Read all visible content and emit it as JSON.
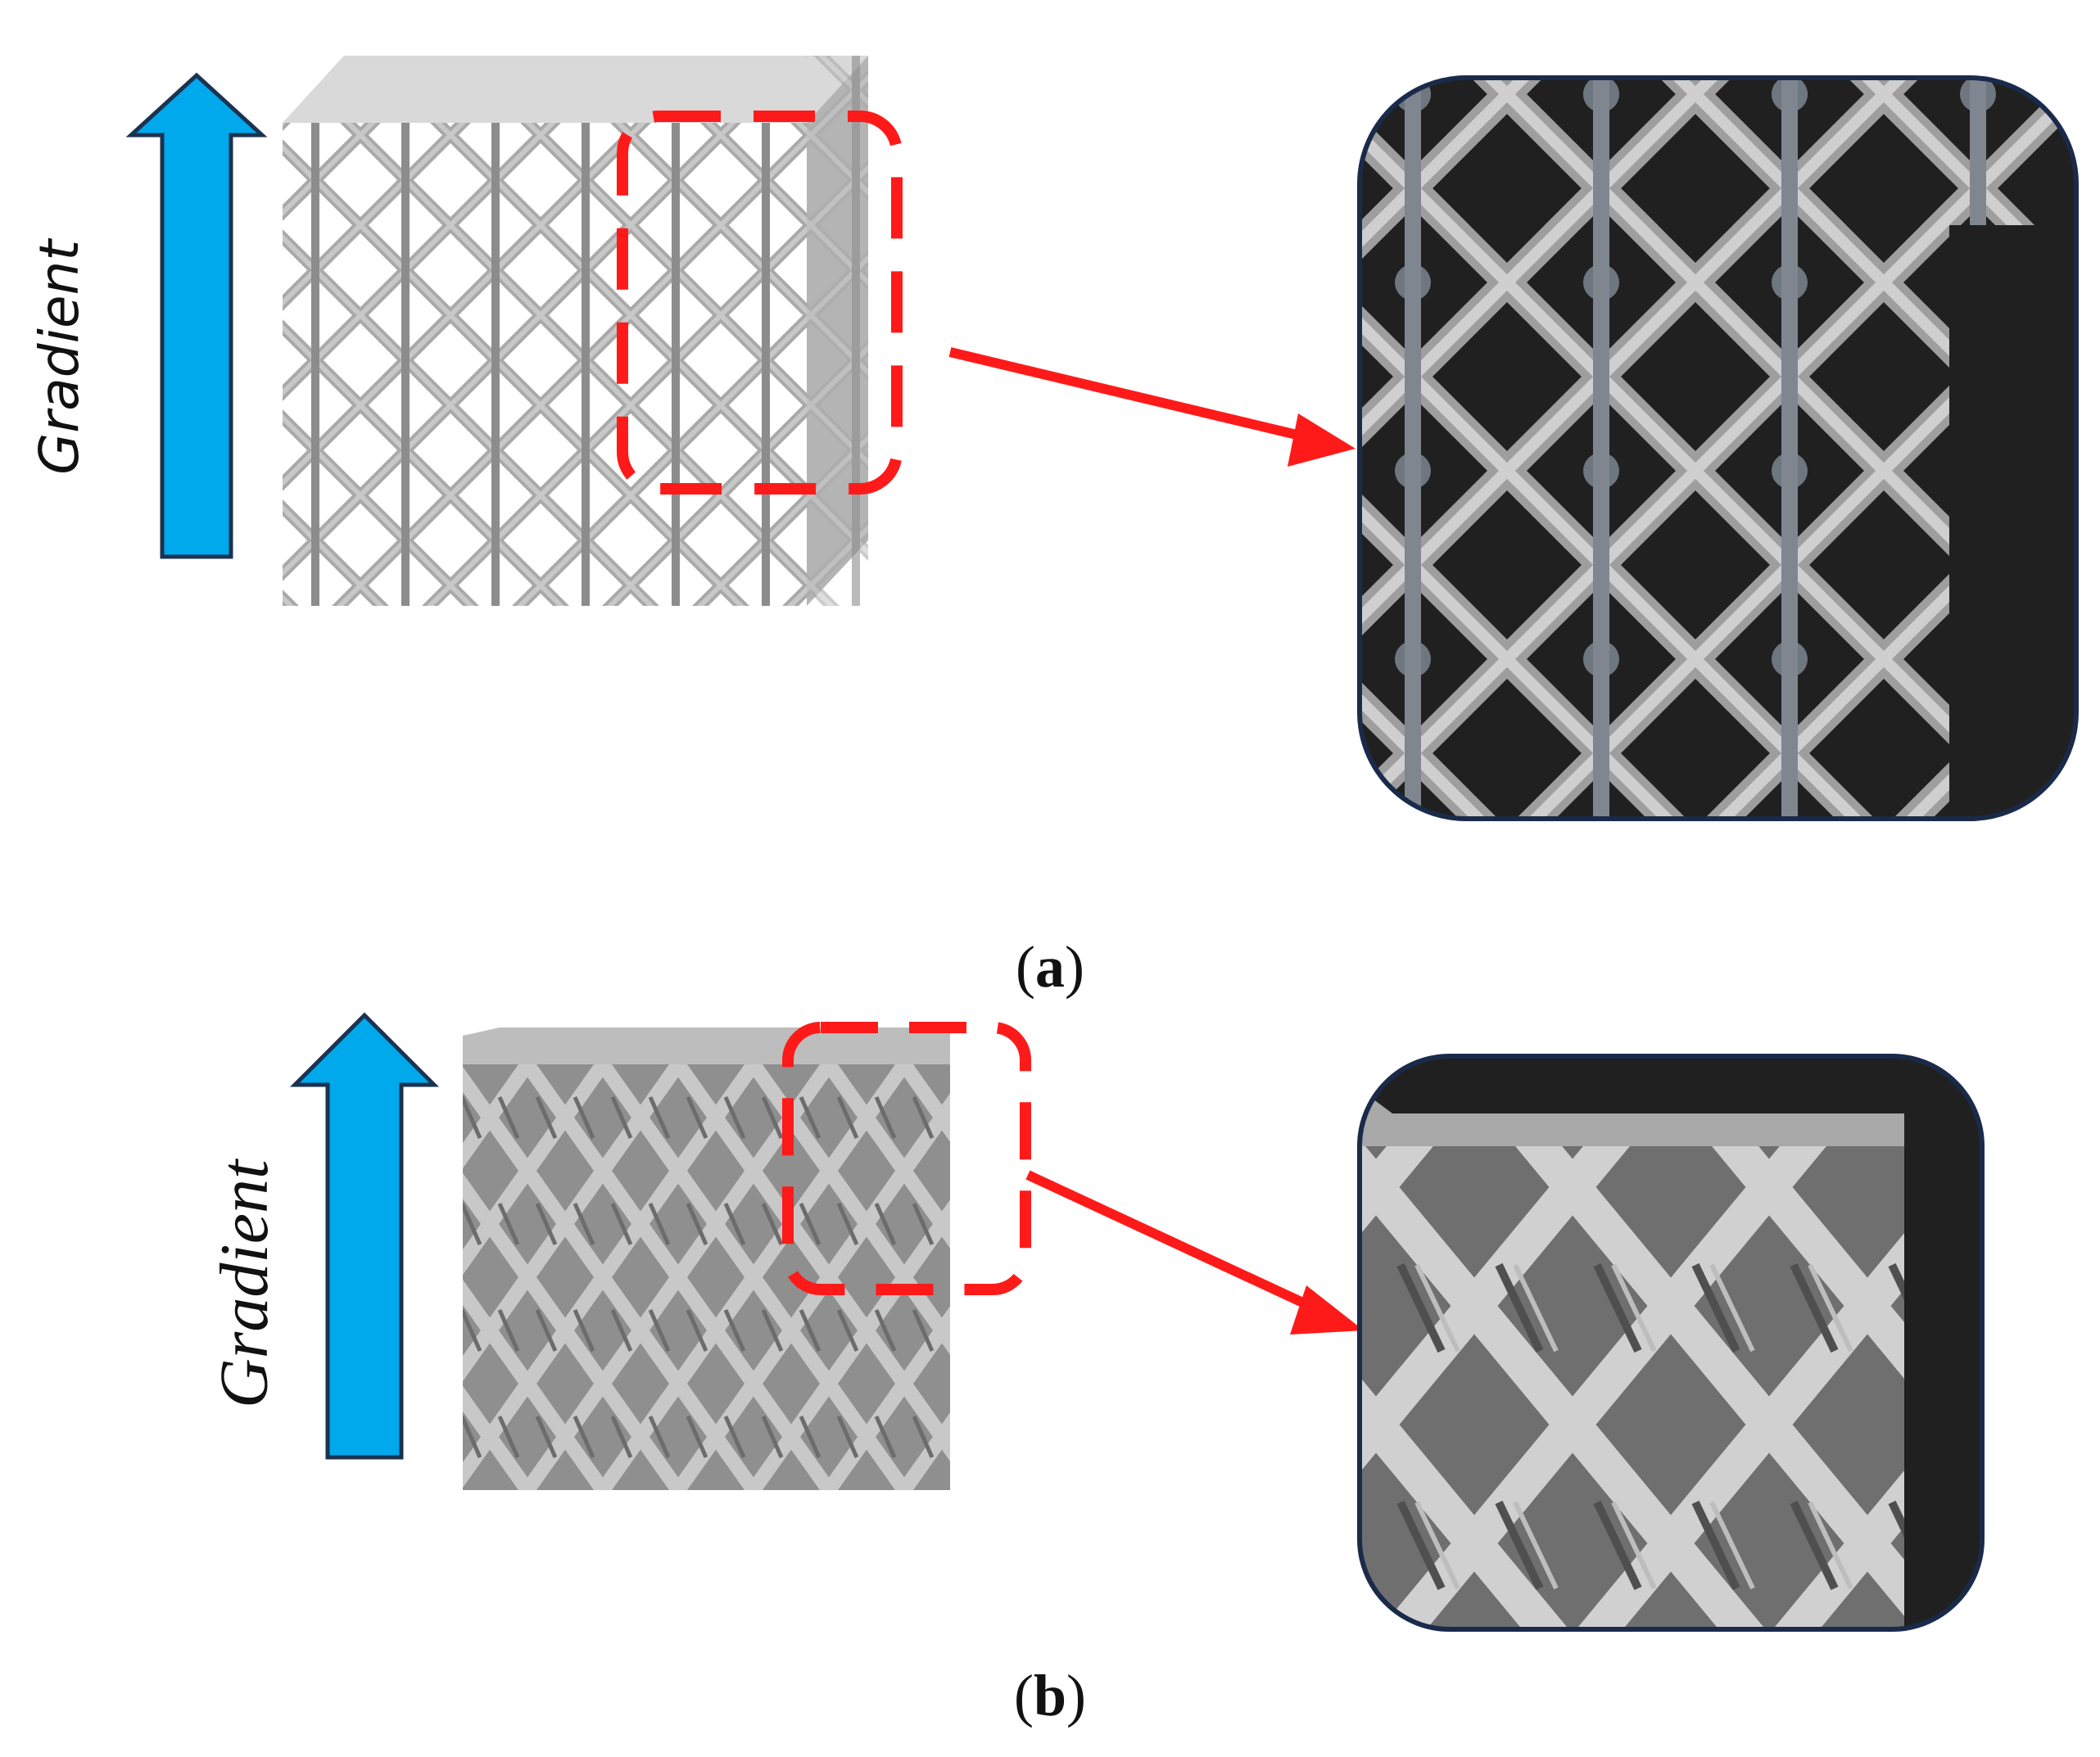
{
  "panels": [
    {
      "id": "a",
      "label_open": "(",
      "label_letter": "a",
      "label_close": ")",
      "axis_text": "Gradient",
      "lattice_style": "strut lattice",
      "colors": {
        "arrow": "#00a8ec",
        "arrow_outline": "#1a3350",
        "highlight": "#ff1a1a",
        "inset_border": "#1a2a4a",
        "inset_background": "#202020",
        "lattice": "#a8a8a8"
      }
    },
    {
      "id": "b",
      "label_open": "(",
      "label_letter": "b",
      "label_close": ")",
      "axis_text": "Gradient",
      "lattice_style": "plate lattice",
      "colors": {
        "arrow": "#00a8ec",
        "arrow_outline": "#1a3350",
        "highlight": "#ff1a1a",
        "inset_border": "#1a2a4a",
        "inset_background": "#202020",
        "lattice": "#a8a8a8"
      }
    }
  ]
}
